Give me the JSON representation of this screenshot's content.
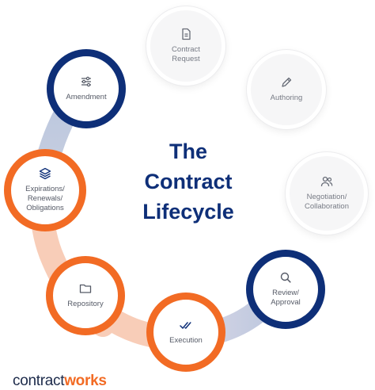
{
  "title": {
    "line1": "The",
    "line2": "Contract",
    "line3": "Lifecycle"
  },
  "stages": {
    "contract_request": {
      "label": "Contract\nRequest",
      "icon": "document-icon"
    },
    "authoring": {
      "label": "Authoring",
      "icon": "pencil-icon"
    },
    "negotiation": {
      "label": "Negotiation/\nCollaboration",
      "icon": "people-icon"
    },
    "review": {
      "label": "Review/\nApproval",
      "icon": "search-icon"
    },
    "execution": {
      "label": "Execution",
      "icon": "double-check-icon"
    },
    "repository": {
      "label": "Repository",
      "icon": "folder-icon"
    },
    "expirations": {
      "label": "Expirations/\nRenewals/\nObligations",
      "icon": "layers-icon"
    },
    "amendment": {
      "label": "Amendment",
      "icon": "sliders-icon"
    }
  },
  "brand": {
    "part1": "contract",
    "part2": "works"
  },
  "colors": {
    "navy": "#0e2f78",
    "orange": "#f26b24",
    "arc_blue": "#b9c6de",
    "arc_peach": "#f8cdb8"
  }
}
